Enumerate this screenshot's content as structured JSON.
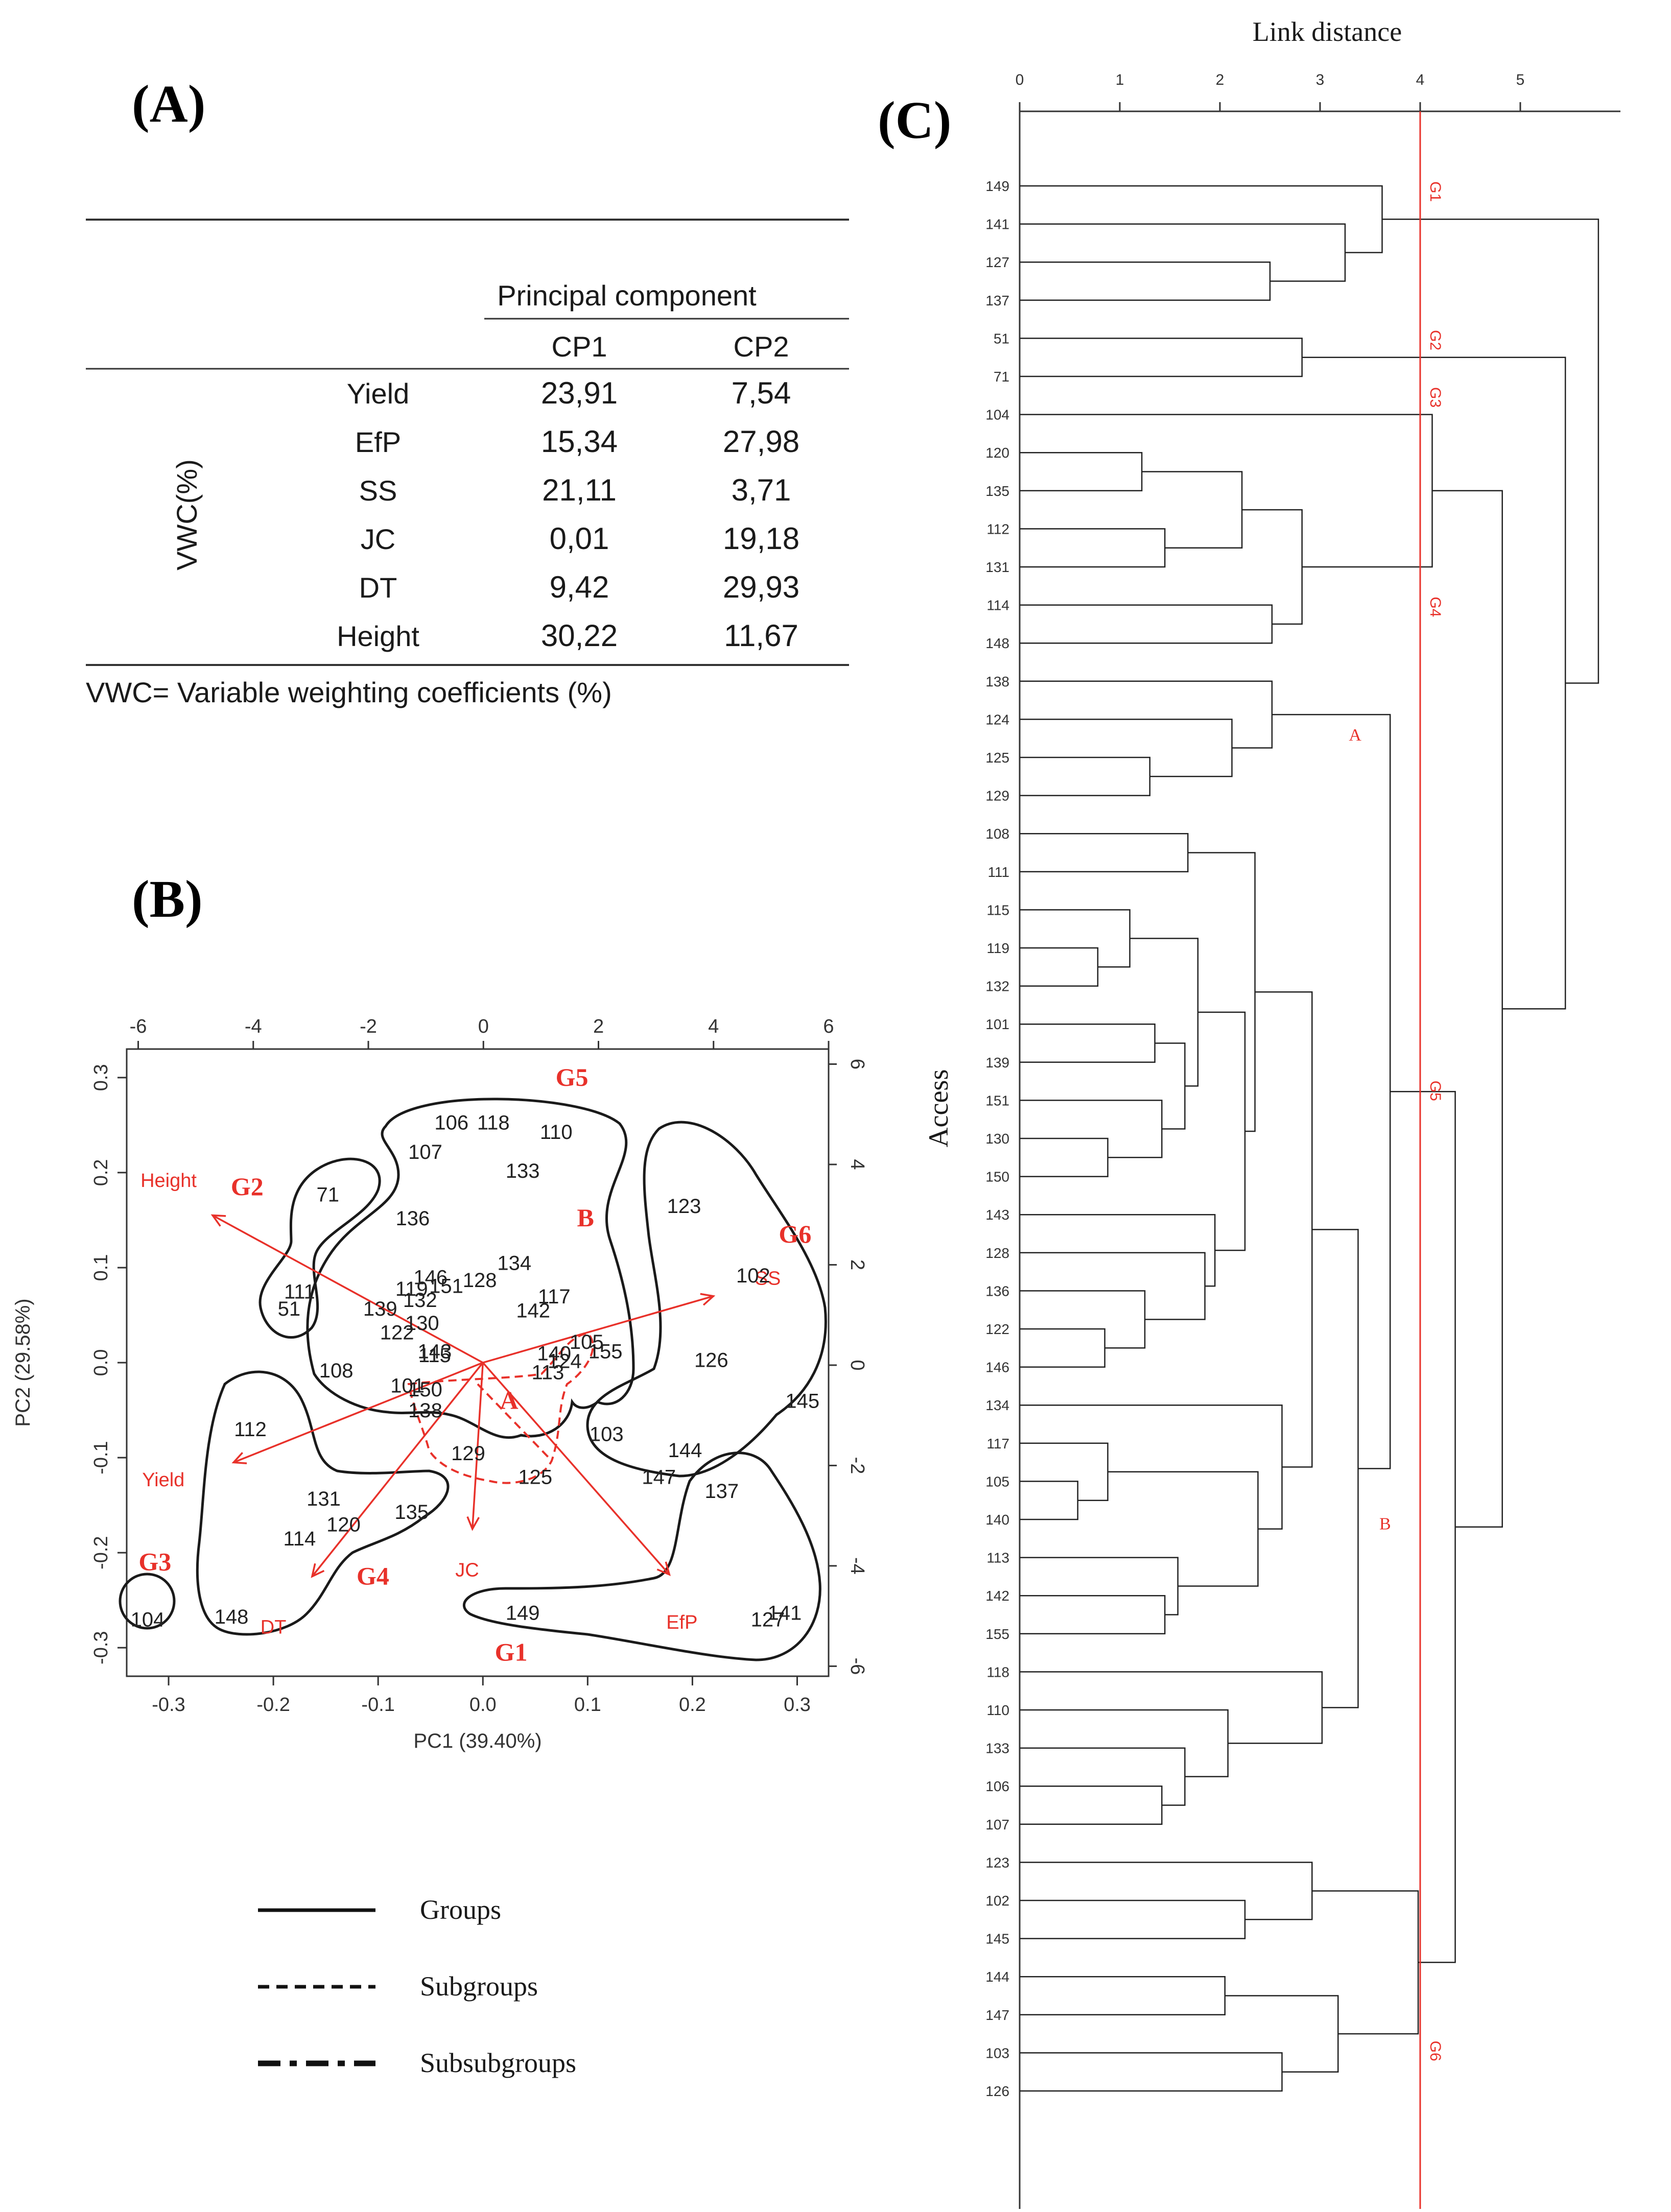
{
  "panels": {
    "a": "(A)",
    "b": "(B)",
    "c": "(C)"
  },
  "colors": {
    "red": "#e8312a",
    "ink": "#1a1a1a",
    "axis": "#333333"
  },
  "table": {
    "spanner": "Principal component",
    "columns": [
      "CP1",
      "CP2"
    ],
    "row_group_label": "VWC(%)",
    "rows": [
      {
        "name": "Yield",
        "cp1": "23,91",
        "cp2": "7,54"
      },
      {
        "name": "EfP",
        "cp1": "15,34",
        "cp2": "27,98"
      },
      {
        "name": "SS",
        "cp1": "21,11",
        "cp2": "3,71"
      },
      {
        "name": "JC",
        "cp1": "0,01",
        "cp2": "19,18"
      },
      {
        "name": "DT",
        "cp1": "9,42",
        "cp2": "29,93"
      },
      {
        "name": "Height",
        "cp1": "30,22",
        "cp2": "11,67"
      }
    ],
    "footnote": "VWC= Variable weighting coefficients (%)"
  },
  "legend": [
    {
      "label": "Groups",
      "style": "solid"
    },
    {
      "label": "Subgroups",
      "style": "dashed"
    },
    {
      "label": "Subsubgroups",
      "style": "dashdot"
    }
  ],
  "chart_data": [
    {
      "type": "scatter",
      "subtype": "biplot",
      "xlabel": "PC1 (39.40%)",
      "ylabel": "PC2 (29.58%)",
      "xlim": [
        -0.34,
        0.33
      ],
      "ylim": [
        -0.33,
        0.33
      ],
      "top_axis_lim": [
        -6.2,
        6.0
      ],
      "right_axis_lim": [
        -6.2,
        6.3
      ],
      "x_ticks": [
        -0.3,
        -0.2,
        -0.1,
        0.0,
        0.1,
        0.2,
        0.3
      ],
      "x_tick_labels": [
        "-0.3",
        "-0.2",
        "-0.1",
        "0.0",
        "0.1",
        "0.2",
        "0.3"
      ],
      "y_ticks": [
        -0.3,
        -0.2,
        -0.1,
        0.0,
        0.1,
        0.2,
        0.3
      ],
      "y_tick_labels": [
        "-0.3",
        "-0.2",
        "-0.1",
        "0.0",
        "0.1",
        "0.2",
        "0.3"
      ],
      "top_ticks": [
        -6,
        -4,
        -2,
        0,
        2,
        4,
        6
      ],
      "top_tick_labels": [
        "-6",
        "-4",
        "-2",
        "0",
        "2",
        "4",
        "6"
      ],
      "right_ticks": [
        -6,
        -4,
        -2,
        0,
        2,
        4,
        6
      ],
      "right_tick_labels": [
        "-6",
        "-4",
        "-2",
        "0",
        "2",
        "4",
        "6"
      ],
      "vectors": [
        {
          "name": "Height",
          "x": -0.258,
          "y": 0.155,
          "label_x": -0.3,
          "label_y": 0.185
        },
        {
          "name": "Yield",
          "x": -0.238,
          "y": -0.105,
          "label_x": -0.305,
          "label_y": -0.13
        },
        {
          "name": "DT",
          "x": -0.163,
          "y": -0.225,
          "label_x": -0.2,
          "label_y": -0.285
        },
        {
          "name": "JC",
          "x": -0.01,
          "y": -0.175,
          "label_x": -0.015,
          "label_y": -0.225
        },
        {
          "name": "EfP",
          "x": 0.178,
          "y": -0.223,
          "label_x": 0.19,
          "label_y": -0.28
        },
        {
          "name": "SS",
          "x": 0.22,
          "y": 0.07,
          "label_x": 0.272,
          "label_y": 0.082
        }
      ],
      "points": [
        {
          "label": "106",
          "x": -0.03,
          "y": 0.253
        },
        {
          "label": "118",
          "x": 0.01,
          "y": 0.253
        },
        {
          "label": "110",
          "x": 0.07,
          "y": 0.243
        },
        {
          "label": "107",
          "x": -0.055,
          "y": 0.222
        },
        {
          "label": "133",
          "x": 0.038,
          "y": 0.202
        },
        {
          "label": "71",
          "x": -0.148,
          "y": 0.177
        },
        {
          "label": "136",
          "x": -0.067,
          "y": 0.152
        },
        {
          "label": "134",
          "x": 0.03,
          "y": 0.105
        },
        {
          "label": "146",
          "x": -0.05,
          "y": 0.09
        },
        {
          "label": "151",
          "x": -0.035,
          "y": 0.081
        },
        {
          "label": "128",
          "x": -0.003,
          "y": 0.087
        },
        {
          "label": "119",
          "x": -0.068,
          "y": 0.078
        },
        {
          "label": "132",
          "x": -0.06,
          "y": 0.066
        },
        {
          "label": "139",
          "x": -0.098,
          "y": 0.057
        },
        {
          "label": "130",
          "x": -0.058,
          "y": 0.042
        },
        {
          "label": "122",
          "x": -0.082,
          "y": 0.032
        },
        {
          "label": "117",
          "x": 0.068,
          "y": 0.07
        },
        {
          "label": "142",
          "x": 0.048,
          "y": 0.055
        },
        {
          "label": "111",
          "x": -0.175,
          "y": 0.075
        },
        {
          "label": "51",
          "x": -0.185,
          "y": 0.057
        },
        {
          "label": "143",
          "x": -0.046,
          "y": 0.012
        },
        {
          "label": "115",
          "x": -0.046,
          "y": 0.008
        },
        {
          "label": "105",
          "x": 0.099,
          "y": 0.022
        },
        {
          "label": "155",
          "x": 0.117,
          "y": 0.012
        },
        {
          "label": "140",
          "x": 0.068,
          "y": 0.01
        },
        {
          "label": "124",
          "x": 0.078,
          "y": 0.002
        },
        {
          "label": "113",
          "x": 0.062,
          "y": -0.01
        },
        {
          "label": "108",
          "x": -0.14,
          "y": -0.008
        },
        {
          "label": "101",
          "x": -0.072,
          "y": -0.024
        },
        {
          "label": "150",
          "x": -0.055,
          "y": -0.028
        },
        {
          "label": "138",
          "x": -0.055,
          "y": -0.05
        },
        {
          "label": "123",
          "x": 0.192,
          "y": 0.165
        },
        {
          "label": "102",
          "x": 0.258,
          "y": 0.092
        },
        {
          "label": "126",
          "x": 0.218,
          "y": 0.003
        },
        {
          "label": "145",
          "x": 0.305,
          "y": -0.04
        },
        {
          "label": "103",
          "x": 0.118,
          "y": -0.075
        },
        {
          "label": "144",
          "x": 0.193,
          "y": -0.092
        },
        {
          "label": "147",
          "x": 0.168,
          "y": -0.12
        },
        {
          "label": "137",
          "x": 0.228,
          "y": -0.135
        },
        {
          "label": "127",
          "x": 0.272,
          "y": -0.27
        },
        {
          "label": "141",
          "x": 0.288,
          "y": -0.263
        },
        {
          "label": "149",
          "x": 0.038,
          "y": -0.263
        },
        {
          "label": "129",
          "x": -0.014,
          "y": -0.095
        },
        {
          "label": "125",
          "x": 0.05,
          "y": -0.12
        },
        {
          "label": "112",
          "x": -0.222,
          "y": -0.07
        },
        {
          "label": "131",
          "x": -0.152,
          "y": -0.143
        },
        {
          "label": "120",
          "x": -0.133,
          "y": -0.17
        },
        {
          "label": "135",
          "x": -0.068,
          "y": -0.157
        },
        {
          "label": "114",
          "x": -0.175,
          "y": -0.185
        },
        {
          "label": "148",
          "x": -0.24,
          "y": -0.267
        },
        {
          "label": "104",
          "x": -0.32,
          "y": -0.27
        }
      ],
      "group_labels": [
        {
          "label": "G1",
          "x": 0.027,
          "y": -0.305
        },
        {
          "label": "G2",
          "x": -0.225,
          "y": 0.185
        },
        {
          "label": "G3",
          "x": -0.313,
          "y": -0.21
        },
        {
          "label": "G4",
          "x": -0.105,
          "y": -0.225
        },
        {
          "label": "G5",
          "x": 0.085,
          "y": 0.3
        },
        {
          "label": "G6",
          "x": 0.298,
          "y": 0.135
        },
        {
          "label": "A",
          "x": 0.025,
          "y": -0.04
        },
        {
          "label": "B",
          "x": 0.098,
          "y": 0.152
        }
      ]
    },
    {
      "type": "dendrogram",
      "title": "Link distance",
      "ylabel": "Access",
      "xlim": [
        0,
        6
      ],
      "x_ticks": [
        0,
        1,
        2,
        3,
        4,
        5
      ],
      "x_tick_labels": [
        "0",
        "1",
        "2",
        "3",
        "4",
        "5"
      ],
      "cut_height": 4.0,
      "leaves": [
        "149",
        "141",
        "127",
        "137",
        "51",
        "71",
        "104",
        "120",
        "135",
        "112",
        "131",
        "114",
        "148",
        "138",
        "124",
        "125",
        "129",
        "108",
        "111",
        "115",
        "119",
        "132",
        "101",
        "139",
        "151",
        "130",
        "150",
        "143",
        "128",
        "136",
        "122",
        "146",
        "134",
        "117",
        "105",
        "140",
        "113",
        "142",
        "155",
        "118",
        "110",
        "133",
        "106",
        "107",
        "123",
        "102",
        "145",
        "144",
        "147",
        "103",
        "126"
      ],
      "merges": [
        {
          "left": "L119",
          "right": "L132",
          "height": 0.78,
          "id": "m1"
        },
        {
          "left": "L105",
          "right": "L140",
          "height": 0.58,
          "id": "m2"
        },
        {
          "left": "L122",
          "right": "L146",
          "height": 0.85,
          "id": "m3"
        },
        {
          "left": "L130",
          "right": "L150",
          "height": 0.88,
          "id": "m4"
        },
        {
          "left": "L115",
          "right": "m1",
          "height": 1.1,
          "id": "m5"
        },
        {
          "left": "L117",
          "right": "m2",
          "height": 0.88,
          "id": "m6"
        },
        {
          "left": "L120",
          "right": "L135",
          "height": 1.22,
          "id": "m7"
        },
        {
          "left": "L125",
          "right": "L129",
          "height": 1.3,
          "id": "m8"
        },
        {
          "left": "L101",
          "right": "L139",
          "height": 1.35,
          "id": "m9"
        },
        {
          "left": "L151",
          "right": "m4",
          "height": 1.42,
          "id": "m10"
        },
        {
          "left": "L112",
          "right": "L131",
          "height": 1.45,
          "id": "m11"
        },
        {
          "left": "L142",
          "right": "L155",
          "height": 1.45,
          "id": "m12"
        },
        {
          "left": "L106",
          "right": "L107",
          "height": 1.42,
          "id": "m13"
        },
        {
          "left": "L113",
          "right": "m12",
          "height": 1.58,
          "id": "m14"
        },
        {
          "left": "m9",
          "right": "m10",
          "height": 1.65,
          "id": "m15"
        },
        {
          "left": "L133",
          "right": "m13",
          "height": 1.65,
          "id": "m16"
        },
        {
          "left": "L108",
          "right": "L111",
          "height": 1.68,
          "id": "m17"
        },
        {
          "left": "m5",
          "right": "m15",
          "height": 1.78,
          "id": "m18"
        },
        {
          "left": "L136",
          "right": "m3",
          "height": 1.25,
          "id": "m19"
        },
        {
          "left": "L128",
          "right": "m19",
          "height": 1.85,
          "id": "m20"
        },
        {
          "left": "L143",
          "right": "m20",
          "height": 1.95,
          "id": "m21"
        },
        {
          "left": "L144",
          "right": "L147",
          "height": 2.05,
          "id": "m22"
        },
        {
          "left": "L110",
          "right": "m16",
          "height": 2.08,
          "id": "m23"
        },
        {
          "left": "L124",
          "right": "m8",
          "height": 2.12,
          "id": "m24"
        },
        {
          "left": "m7",
          "right": "m11",
          "height": 2.22,
          "id": "m25"
        },
        {
          "left": "L102",
          "right": "L145",
          "height": 2.25,
          "id": "m26"
        },
        {
          "left": "m18",
          "right": "m21",
          "height": 2.25,
          "id": "m27"
        },
        {
          "left": "m17",
          "right": "m27",
          "height": 2.35,
          "id": "m28"
        },
        {
          "left": "m6",
          "right": "m14",
          "height": 2.38,
          "id": "m29"
        },
        {
          "left": "L127",
          "right": "L137",
          "height": 2.5,
          "id": "m30"
        },
        {
          "left": "L114",
          "right": "L148",
          "height": 2.52,
          "id": "m31"
        },
        {
          "left": "L138",
          "right": "m24",
          "height": 2.52,
          "id": "m32"
        },
        {
          "left": "L103",
          "right": "L126",
          "height": 2.62,
          "id": "m33"
        },
        {
          "left": "L134",
          "right": "m29",
          "height": 2.62,
          "id": "m34"
        },
        {
          "left": "m25",
          "right": "m31",
          "height": 2.82,
          "id": "m35"
        },
        {
          "left": "L51",
          "right": "L71",
          "height": 2.82,
          "id": "m36"
        },
        {
          "left": "L123",
          "right": "m26",
          "height": 2.92,
          "id": "m37"
        },
        {
          "left": "m28",
          "right": "m34",
          "height": 2.92,
          "id": "m38"
        },
        {
          "left": "L118",
          "right": "m23",
          "height": 3.02,
          "id": "m39"
        },
        {
          "left": "m22",
          "right": "m33",
          "height": 3.18,
          "id": "m40"
        },
        {
          "left": "L141",
          "right": "m30",
          "height": 3.25,
          "id": "m41"
        },
        {
          "left": "m38",
          "right": "m39",
          "height": 3.38,
          "id": "m42"
        },
        {
          "left": "L149",
          "right": "m41",
          "height": 3.62,
          "id": "m43"
        },
        {
          "left": "m32",
          "right": "m42",
          "height": 3.7,
          "id": "m44"
        },
        {
          "left": "m37",
          "right": "m40",
          "height": 3.98,
          "id": "m45"
        },
        {
          "left": "L104",
          "right": "m35",
          "height": 4.12,
          "id": "m46"
        },
        {
          "left": "m44",
          "right": "m45",
          "height": 4.35,
          "id": "m47"
        },
        {
          "left": "m46",
          "right": "m47",
          "height": 4.82,
          "id": "m48"
        },
        {
          "left": "m36",
          "right": "m48",
          "height": 5.45,
          "id": "m49"
        },
        {
          "left": "m43",
          "right": "m49",
          "height": 5.78,
          "id": "m50"
        }
      ],
      "annotations": [
        {
          "label": "G1",
          "leaf_from": 0,
          "leaf_to": 0.3
        },
        {
          "label": "G2",
          "leaf_from": 3.9,
          "leaf_to": 4.2
        },
        {
          "label": "G3",
          "leaf_from": 5.4,
          "leaf_to": 5.7
        },
        {
          "label": "G4",
          "leaf_from": 10.9,
          "leaf_to": 11.2
        },
        {
          "label": "G5",
          "leaf_from": 23.6,
          "leaf_to": 23.9
        },
        {
          "label": "G6",
          "leaf_from": 48.8,
          "leaf_to": 49.1
        },
        {
          "label": "A",
          "leaf_pos": 14.4,
          "x": 3.35
        },
        {
          "label": "B",
          "leaf_pos": 35.1,
          "x": 3.65
        }
      ]
    }
  ]
}
